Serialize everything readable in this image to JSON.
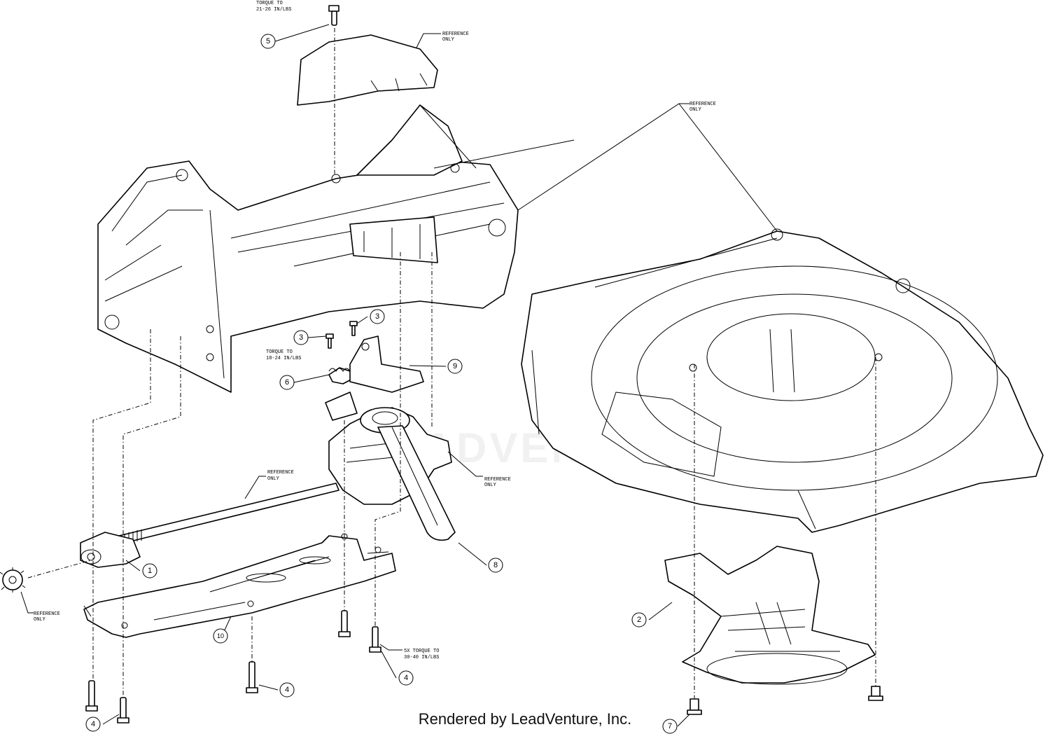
{
  "notes": {
    "torque_5": [
      "TORQUE TO",
      "21-26 IN/LBS"
    ],
    "reference_top": [
      "REFERENCE",
      "ONLY"
    ],
    "reference_deck": [
      "REFERENCE",
      "ONLY"
    ],
    "torque_3": [
      "TORQUE TO",
      "18-24 IN/LBS"
    ],
    "reference_axle": [
      "REFERENCE",
      "ONLY"
    ],
    "reference_pulley": [
      "REFERENCE",
      "ONLY"
    ],
    "reference_wheel": [
      "REFERENCE",
      "ONLY"
    ],
    "torque_4": [
      "5X TORQUE TO",
      "30-40 IN/LBS"
    ]
  },
  "callouts": {
    "c5": "5",
    "c3a": "3",
    "c3b": "3",
    "c6": "6",
    "c9": "9",
    "c1": "1",
    "c8": "8",
    "c10": "10",
    "c4a": "4",
    "c4b": "4",
    "c4c": "4",
    "c2": "2",
    "c7": "7"
  },
  "watermark": "LEADVENTURE",
  "footer": "Rendered by LeadVenture, Inc."
}
